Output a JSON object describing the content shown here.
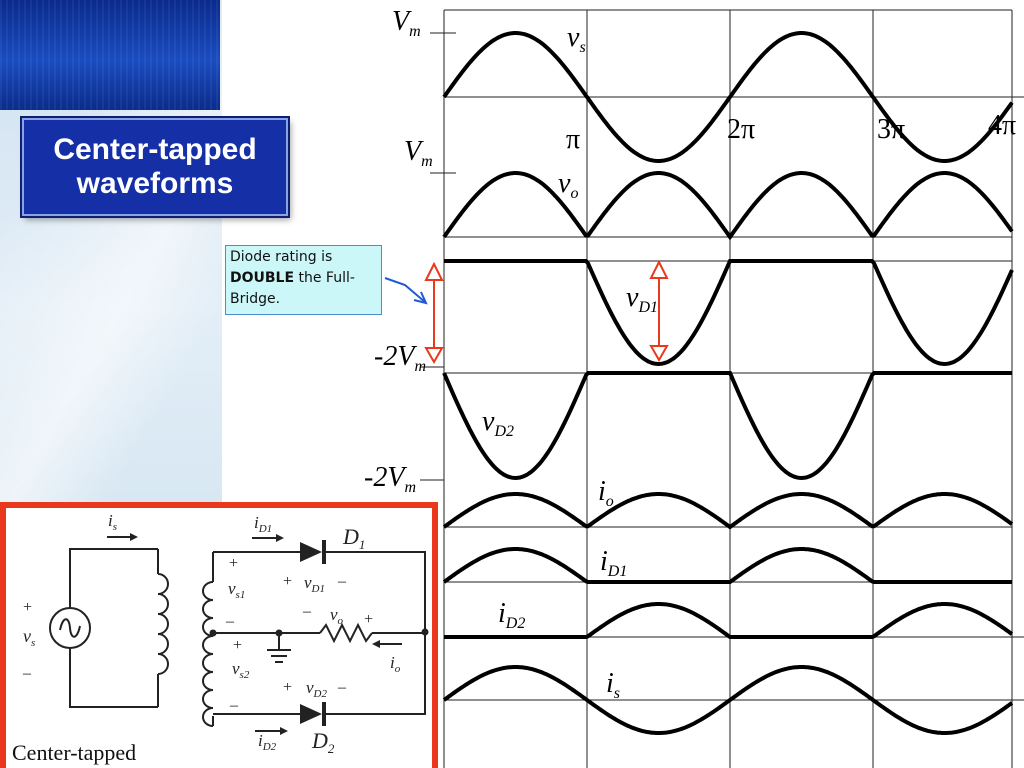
{
  "slide": {
    "title_line1": "Center-tapped",
    "title_line2": "waveforms"
  },
  "callout": {
    "text_pre": "Diode rating is ",
    "text_bold": "DOUBLE",
    "text_post": " the Full-Bridge."
  },
  "waveform_labels": {
    "vm_top": "V",
    "vm_sub": "m",
    "vs": "v",
    "vs_sub": "s",
    "pi": "π",
    "two_pi": "2π",
    "three_pi": "3π",
    "four_pi": "4π",
    "vm_mid": "V",
    "vm_mid_sub": "m",
    "vo": "v",
    "vo_sub": "o",
    "vd1": "v",
    "vd1_sub": "D1",
    "neg2vm_a": "-2V",
    "neg2vm_a_sub": "m",
    "vd2": "v",
    "vd2_sub": "D2",
    "neg2vm_b": "-2V",
    "neg2vm_b_sub": "m",
    "io": "i",
    "io_sub": "o",
    "id1": "i",
    "id1_sub": "D1",
    "id2": "i",
    "id2_sub": "D2",
    "is": "i",
    "is_sub": "s"
  },
  "circuit": {
    "caption": "Center-tapped",
    "is": "i",
    "is_sub": "s",
    "id1": "i",
    "id1_sub": "D1",
    "d1": "D",
    "d1_sub": "1",
    "plus_src": "+",
    "vs": "v",
    "vs_sub": "s",
    "minus_src": "–",
    "plus_vs1": "+",
    "vs1": "v",
    "vs1_sub": "s1",
    "minus_vs1": "–",
    "plus_vd1": "+",
    "vd1": "v",
    "vd1_sub": "D1",
    "minus_vd1": "–",
    "minus_vo": "–",
    "vo": "v",
    "vo_sub": "o",
    "plus_vo": "+",
    "plus_vs2": "+",
    "vs2": "v",
    "vs2_sub": "s2",
    "io": "i",
    "io_sub": "o",
    "plus_vd2": "+",
    "vd2": "v",
    "vd2_sub": "D2",
    "minus_vd2": "–",
    "minus_vs2": "–",
    "id2": "i",
    "id2_sub": "D2",
    "d2": "D",
    "d2_sub": "2"
  },
  "colors": {
    "title_bg": "#1530a6",
    "callout_bg": "#ccf7f9",
    "frame_red": "#e8391d",
    "arrow_red": "#e8391d",
    "arrow_blue": "#1f5ad6"
  }
}
